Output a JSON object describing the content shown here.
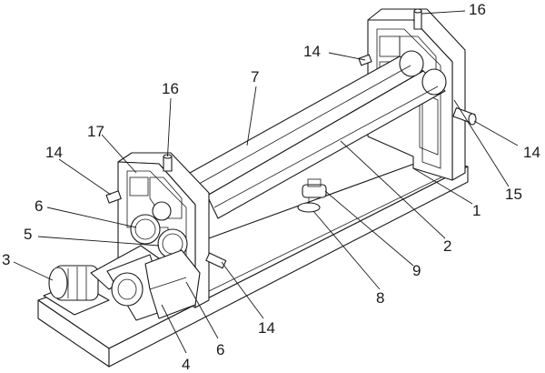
{
  "callouts": [
    {
      "key": "c16_top",
      "text": "16"
    },
    {
      "key": "c14_top",
      "text": "14"
    },
    {
      "key": "c7",
      "text": "7"
    },
    {
      "key": "c16_left",
      "text": "16"
    },
    {
      "key": "c17",
      "text": "17"
    },
    {
      "key": "c14_left",
      "text": "14"
    },
    {
      "key": "c6_left",
      "text": "6"
    },
    {
      "key": "c5",
      "text": "5"
    },
    {
      "key": "c3",
      "text": "3"
    },
    {
      "key": "c4",
      "text": "4"
    },
    {
      "key": "c6_bottom",
      "text": "6"
    },
    {
      "key": "c14_bottom",
      "text": "14"
    },
    {
      "key": "c8",
      "text": "8"
    },
    {
      "key": "c9",
      "text": "9"
    },
    {
      "key": "c2",
      "text": "2"
    },
    {
      "key": "c1",
      "text": "1"
    },
    {
      "key": "c15",
      "text": "15"
    },
    {
      "key": "c14_right",
      "text": "14"
    }
  ]
}
